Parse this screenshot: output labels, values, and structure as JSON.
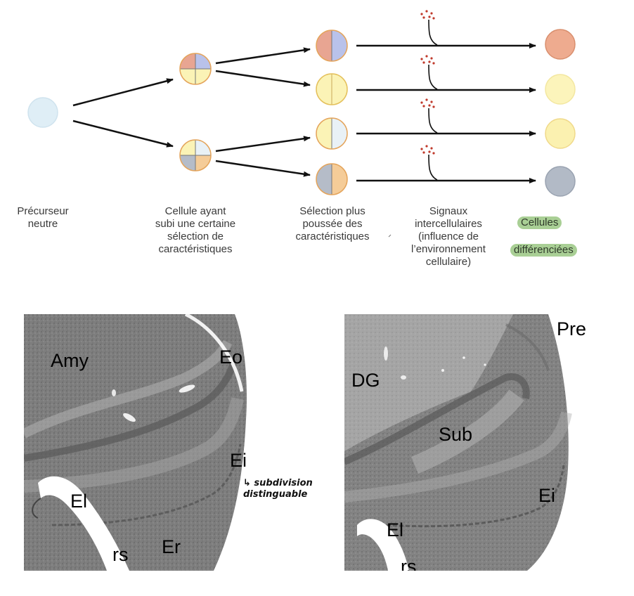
{
  "captions": {
    "neutral": "Précurseur\nneutre",
    "partial": "Cellule ayant\nsubi une certaine\nsélection de\ncaractéristiques",
    "further": "Sélection plus\npoussée des\ncaractéristiques",
    "signals": "Signaux\nintercellulaires\n(influence de\nl’environnement\ncellulaire)",
    "differentiated_line1": "Cellules",
    "differentiated_line2": "différenciées"
  },
  "colors": {
    "neutral_fill": "#dfeef6",
    "red": "#e8a592",
    "blue": "#b9c2ea",
    "yellow": "#fbf3b6",
    "paleblue": "#e9f1f6",
    "orange": "#f5cc98",
    "gray": "#b5bcc8",
    "signal_dots": "#c0392b",
    "highlight": "#a9cf95"
  },
  "panel_left": {
    "labels": [
      "Amy",
      "Eo",
      "Ei",
      "El",
      "Er",
      "rs"
    ]
  },
  "annotation": "↳ subdivision\ndistinguable",
  "panel_right": {
    "labels": [
      "DG",
      "Pre",
      "Sub",
      "Ei",
      "El",
      "rs"
    ]
  }
}
